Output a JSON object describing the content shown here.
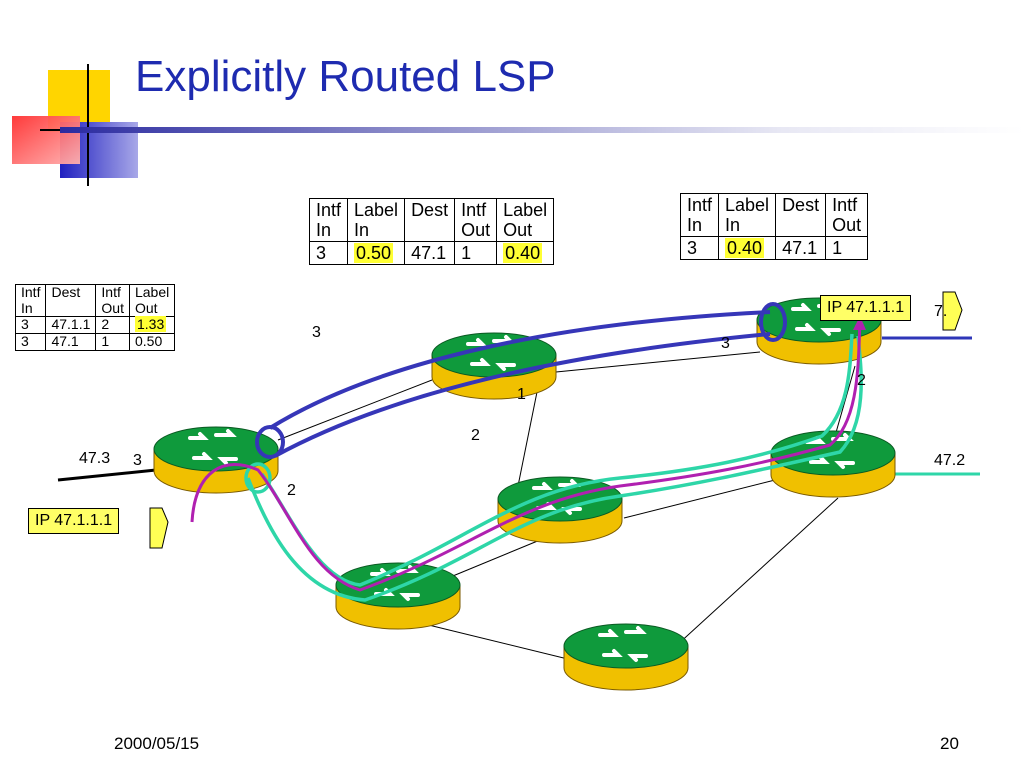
{
  "slide": {
    "title": "Explicitly Routed LSP",
    "date": "2000/05/15",
    "page_number": "20"
  },
  "colors": {
    "title": "#1e2bb0",
    "lsp_tunnel": "#3636b8",
    "path_teal": "#2ed6a8",
    "path_magenta": "#b020b0",
    "router_green": "#0f9a3c",
    "router_gold": "#f0c000",
    "highlight": "#ffff33"
  },
  "table_center": {
    "headers": [
      [
        "Intf",
        "In"
      ],
      [
        "Label",
        "In"
      ],
      [
        "Dest",
        ""
      ],
      [
        "Intf",
        "Out"
      ],
      [
        "Label",
        "Out"
      ]
    ],
    "row": {
      "intf_in": "3",
      "label_in": "0.50",
      "dest": "47.1",
      "intf_out": "1",
      "label_out": "0.40"
    }
  },
  "table_right": {
    "headers": [
      [
        "Intf",
        "In"
      ],
      [
        "Label",
        "In"
      ],
      [
        "Dest",
        ""
      ],
      [
        "Intf",
        "Out"
      ]
    ],
    "row": {
      "intf_in": "3",
      "label_in": "0.40",
      "dest": "47.1",
      "intf_out": "1"
    }
  },
  "table_left": {
    "headers": [
      [
        "Intf",
        "In"
      ],
      [
        "Dest",
        ""
      ],
      [
        "Intf",
        "Out"
      ],
      [
        "Label",
        "Out"
      ]
    ],
    "rows": [
      {
        "intf_in": "3",
        "dest": "47.1.1",
        "intf_out": "2",
        "label_out": "1.33"
      },
      {
        "intf_in": "3",
        "dest": "47.1",
        "intf_out": "1",
        "label_out": "0.50"
      }
    ]
  },
  "labels": {
    "net_473": "47.3",
    "net_472": "47.2",
    "net_471_partial": "7.",
    "left_port_3": "3",
    "left_port_2": "2",
    "top_router_port_3": "3",
    "top_router_port_1": "1",
    "mid_link_2": "2",
    "right_router_port_3": "3",
    "right_router_port_2": "2"
  },
  "packets": {
    "ingress": "IP 47.1.1.1",
    "egress": "IP 47.1.1.1"
  }
}
